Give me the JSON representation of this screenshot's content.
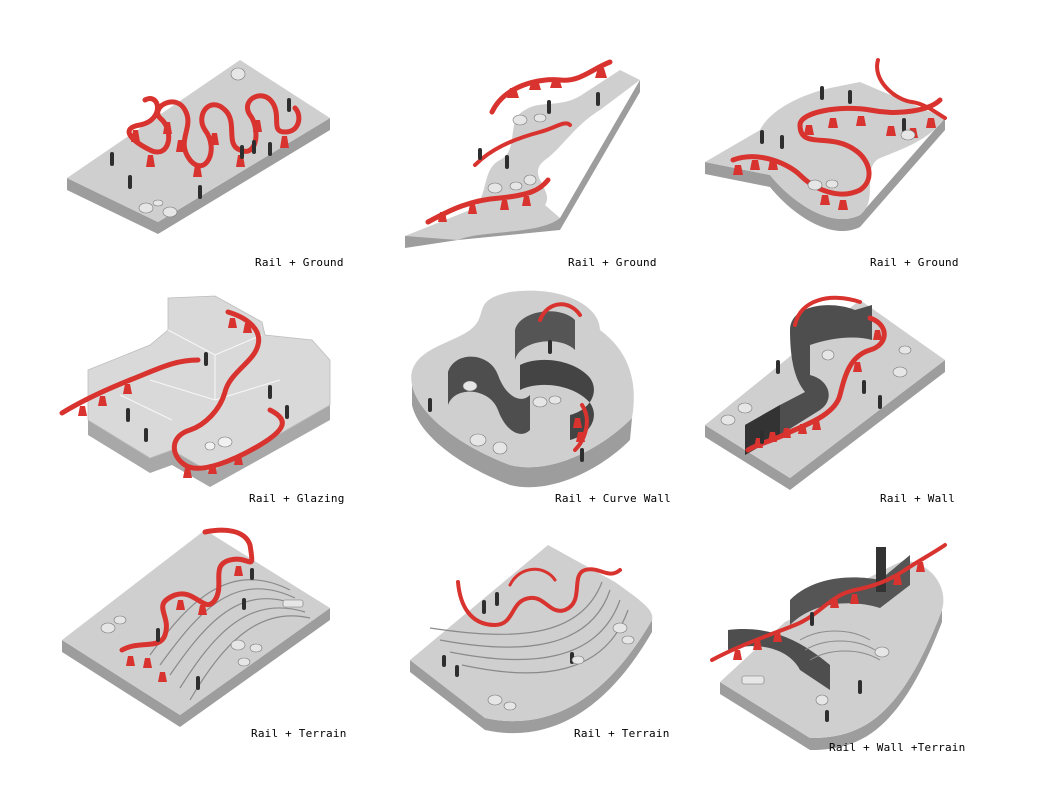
{
  "palette": {
    "rail": "#d8332e",
    "rail_dark": "#8e1f1c",
    "slab_top": "#cfcfcf",
    "slab_side": "#9d9d9d",
    "wall": "#4e4e4e",
    "wall_dark": "#333333",
    "figure": "#2e2e2e",
    "glass": "#e2e2e2",
    "seat": "#e6e6e6"
  },
  "diagrams": [
    {
      "label": "Rail + Ground",
      "kind": "ground-grid"
    },
    {
      "label": "Rail + Ground",
      "kind": "ground-s"
    },
    {
      "label": "Rail + Ground",
      "kind": "ground-loop"
    },
    {
      "label": "Rail + Glazing",
      "kind": "glazing"
    },
    {
      "label": "Rail + Curve Wall",
      "kind": "curve-wall"
    },
    {
      "label": "Rail + Wall",
      "kind": "wall"
    },
    {
      "label": "Rail + Terrain",
      "kind": "terrain"
    },
    {
      "label": "Rail + Terrain",
      "kind": "terrain-fan"
    },
    {
      "label": "Rail + Wall +Terrain",
      "kind": "wall-terrain"
    }
  ]
}
